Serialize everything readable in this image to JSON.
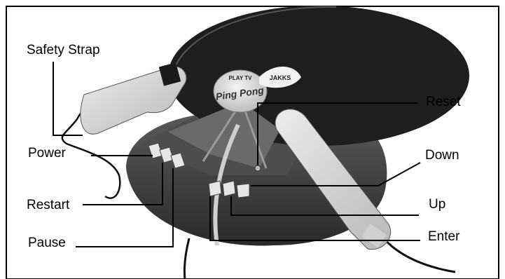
{
  "labels": {
    "safety_strap": "Safety Strap",
    "power": "Power",
    "restart": "Restart",
    "pause": "Pause",
    "reset": "Reset",
    "down": "Down",
    "up": "Up",
    "enter": "Enter"
  },
  "logo": {
    "brand_text": "JAKKS",
    "product_line": "PLAY TV",
    "product_name": "Ping Pong"
  },
  "colors": {
    "border": "#000000",
    "paddle_dark": "#1e1e1e",
    "base_dark": "#3a3a3a",
    "handle_light": "#d4d4d4",
    "button_light": "#e0e0e0"
  }
}
